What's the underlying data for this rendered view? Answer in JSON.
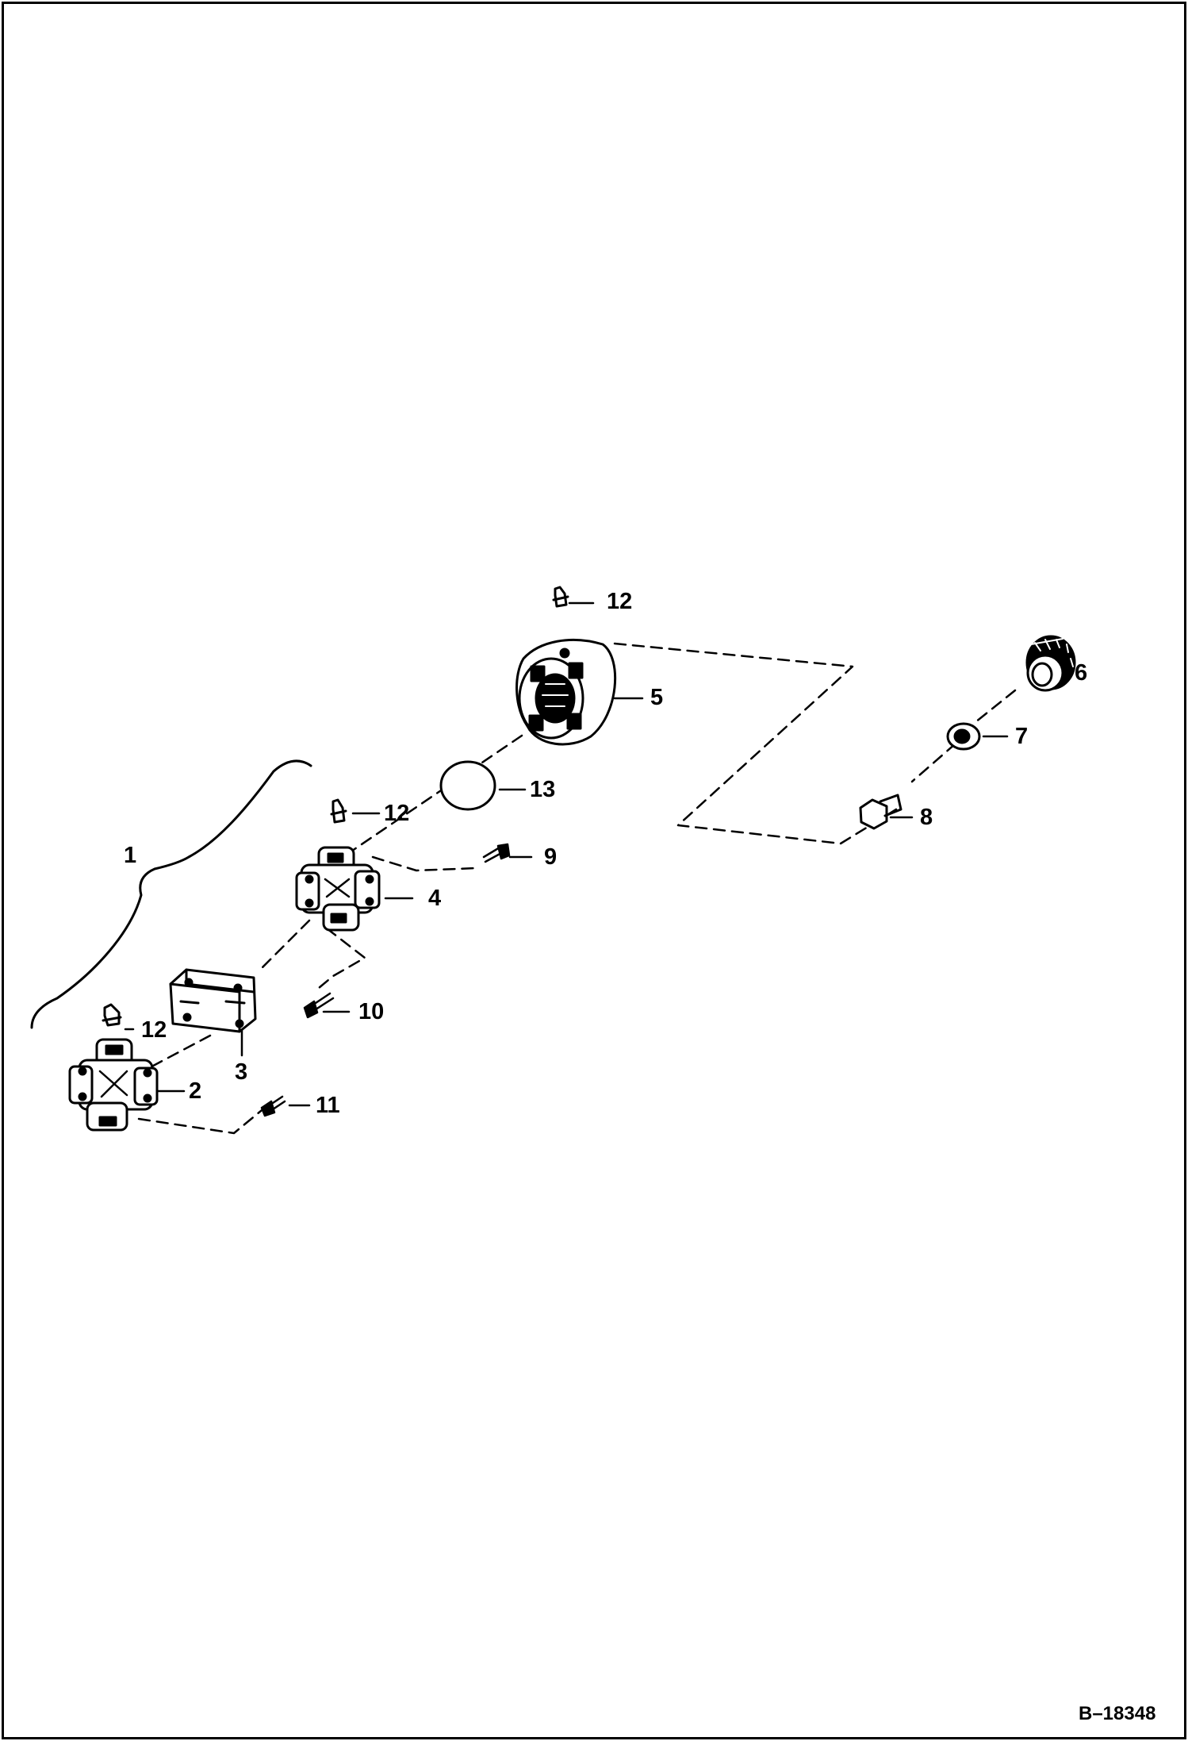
{
  "diagram": {
    "figure_code": "B–18348",
    "callouts": {
      "c1": "1",
      "c2": "2",
      "c3": "3",
      "c4": "4",
      "c5": "5",
      "c6": "6",
      "c7": "7",
      "c8": "8",
      "c9": "9",
      "c10": "10",
      "c11": "11",
      "c12a": "12",
      "c12b": "12",
      "c12c": "12",
      "c13": "13"
    }
  }
}
